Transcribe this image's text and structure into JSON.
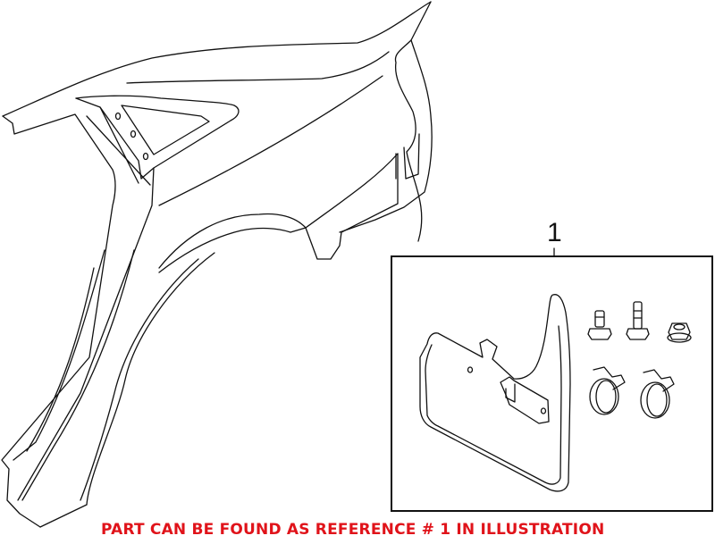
{
  "diagram": {
    "title": "Rear quarter panel with mud flap kit",
    "parts": [
      {
        "ref": "1",
        "name": "Mud flap kit",
        "contents": [
          "mud-flap",
          "bolt-short",
          "bolt-long",
          "flange-nut",
          "hose-clamp",
          "hose-clamp"
        ]
      }
    ],
    "reference_label": "1",
    "callout_text": "PART CAN BE FOUND AS REFERENCE # 1 IN ILLUSTRATION",
    "colors": {
      "line": "#111111",
      "callout": "#e0131a",
      "background": "#ffffff"
    }
  }
}
